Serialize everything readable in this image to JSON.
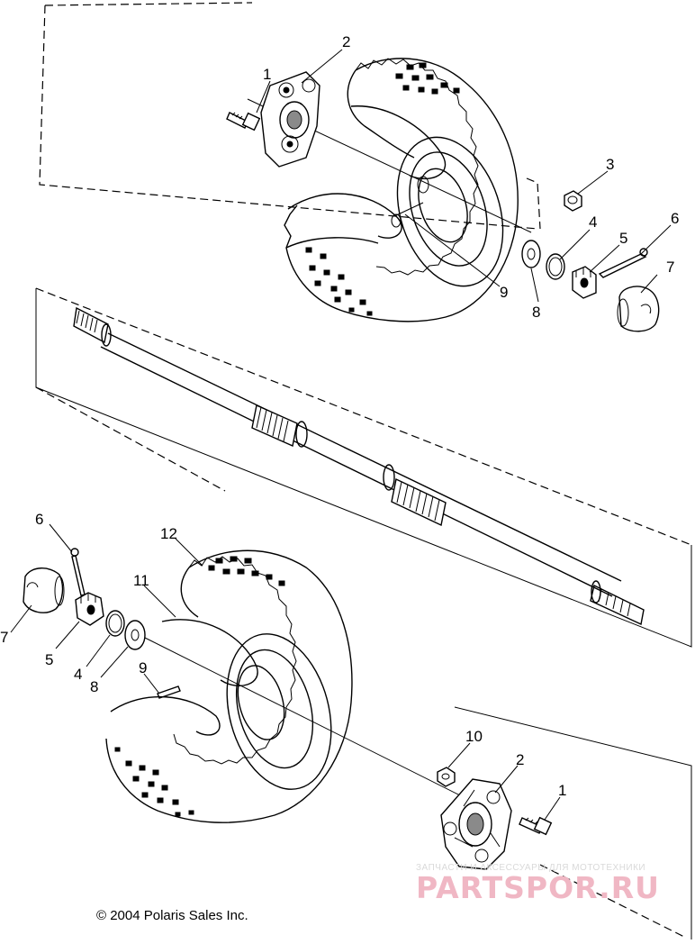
{
  "callouts": {
    "top_1": "1",
    "top_2": "2",
    "top_3": "3",
    "top_4": "4",
    "top_5": "5",
    "top_6": "6",
    "top_7": "7",
    "top_8": "8",
    "top_9": "9",
    "bot_12": "12",
    "bot_11": "11",
    "bot_6": "6",
    "bot_7": "7",
    "bot_5": "5",
    "bot_4": "4",
    "bot_8": "8",
    "bot_9": "9",
    "bot_10": "10",
    "bot_2": "2",
    "bot_1": "1"
  },
  "copyright": "© 2004 Polaris Sales Inc.",
  "watermark": {
    "tagline": "ЗАПЧАСТИ И АКСЕССУАРЫ ДЛЯ МОТОТЕХНИКИ",
    "brand": "PARTSPOR.RU"
  },
  "colors": {
    "line": "#000000",
    "watermark": "#f0b7c4"
  }
}
